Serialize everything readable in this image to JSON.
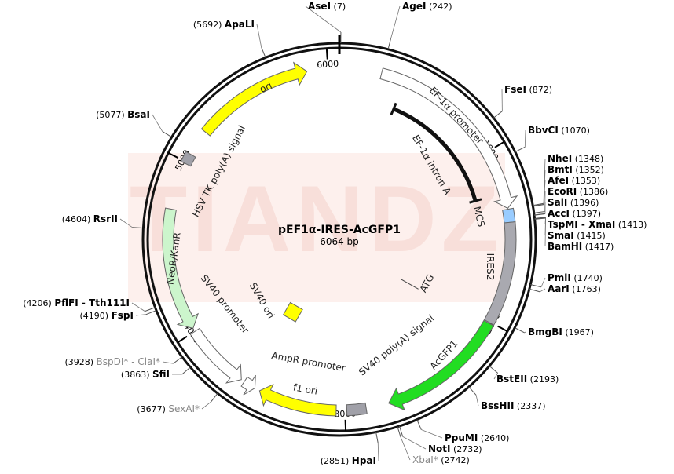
{
  "plasmid": {
    "name": "pEF1α-IRES-AcGFP1",
    "size_label": "6064 bp",
    "total_bp": 6064,
    "watermark": "TIANDZ"
  },
  "ticks": [
    "1000",
    "2000",
    "3000",
    "4000",
    "5000",
    "6000"
  ],
  "sites": [
    {
      "name": "AseI",
      "pos": "(7)",
      "bp": 7
    },
    {
      "name": "AgeI",
      "pos": "(242)",
      "bp": 242
    },
    {
      "name": "FseI",
      "pos": "(872)",
      "bp": 872
    },
    {
      "name": "BbvCI",
      "pos": "(1070)",
      "bp": 1070
    },
    {
      "name": "NheI",
      "pos": "(1348)",
      "bp": 1348
    },
    {
      "name": "BmtI",
      "pos": "(1352)",
      "bp": 1352
    },
    {
      "name": "AfeI",
      "pos": "(1353)",
      "bp": 1353
    },
    {
      "name": "EcoRI",
      "pos": "(1386)",
      "bp": 1386
    },
    {
      "name": "SalI",
      "pos": "(1396)",
      "bp": 1396
    },
    {
      "name": "AccI",
      "pos": "(1397)",
      "bp": 1397
    },
    {
      "name": "TspMI - XmaI",
      "pos": "(1413)",
      "bp": 1413
    },
    {
      "name": "SmaI",
      "pos": "(1415)",
      "bp": 1415
    },
    {
      "name": "BamHI",
      "pos": "(1417)",
      "bp": 1417
    },
    {
      "name": "PmlI",
      "pos": "(1740)",
      "bp": 1740
    },
    {
      "name": "AarI",
      "pos": "(1763)",
      "bp": 1763
    },
    {
      "name": "BmgBI",
      "pos": "(1967)",
      "bp": 1967
    },
    {
      "name": "BstEII",
      "pos": "(2193)",
      "bp": 2193
    },
    {
      "name": "BssHII",
      "pos": "(2337)",
      "bp": 2337
    },
    {
      "name": "PpuMI",
      "pos": "(2640)",
      "bp": 2640
    },
    {
      "name": "NotI",
      "pos": "(2732)",
      "bp": 2732
    },
    {
      "name": "XbaI*",
      "pos": "(2742)",
      "bp": 2742,
      "dim": true
    },
    {
      "name": "HpaI",
      "pos": "(2851)",
      "bp": 2851
    },
    {
      "name": "SexAI*",
      "pos": "(3677)",
      "bp": 3677,
      "dim": true
    },
    {
      "name": "SfiI",
      "pos": "(3863)",
      "bp": 3863
    },
    {
      "name": "BspDI* - ClaI*",
      "pos": "(3928)",
      "bp": 3928,
      "dim": true
    },
    {
      "name": "FspI",
      "pos": "(4190)",
      "bp": 4190
    },
    {
      "name": "PflFI - Tth111I",
      "pos": "(4206)",
      "bp": 4206
    },
    {
      "name": "RsrII",
      "pos": "(4604)",
      "bp": 4604
    },
    {
      "name": "BsaI",
      "pos": "(5077)",
      "bp": 5077
    },
    {
      "name": "ApaLI",
      "pos": "(5692)",
      "bp": 5692
    }
  ],
  "features": {
    "ef1a_promoter": "EF-1α promoter",
    "ef1a_intron": "EF-1α intron A",
    "mcs": "MCS",
    "ires2": "IRES2",
    "atg": "ATG",
    "acgfp1": "AcGFP1",
    "sv40_polya_right": "SV40 poly(A) signal",
    "f1_ori": "f1 ori",
    "ampr_promoter": "AmpR promoter",
    "sv40_promoter": "SV40 promoter",
    "sv40_ori": "SV40 ori",
    "neor_kanr": "NeoR/KanR",
    "hsv_tk_polya": "HSV TK poly(A) signal",
    "ori": "ori"
  },
  "colors": {
    "ori": "#ffff00",
    "f1_ori": "#ffff00",
    "sv40_ori": "#ffff00",
    "acgfp1": "#22dd22",
    "neor": "#ccf5cc",
    "ires2": "#a9a9b0",
    "mcs": "#99ccff",
    "polya": "#a0a0a8",
    "promoter": "#ffffff",
    "watermark": "#fbe3de"
  }
}
